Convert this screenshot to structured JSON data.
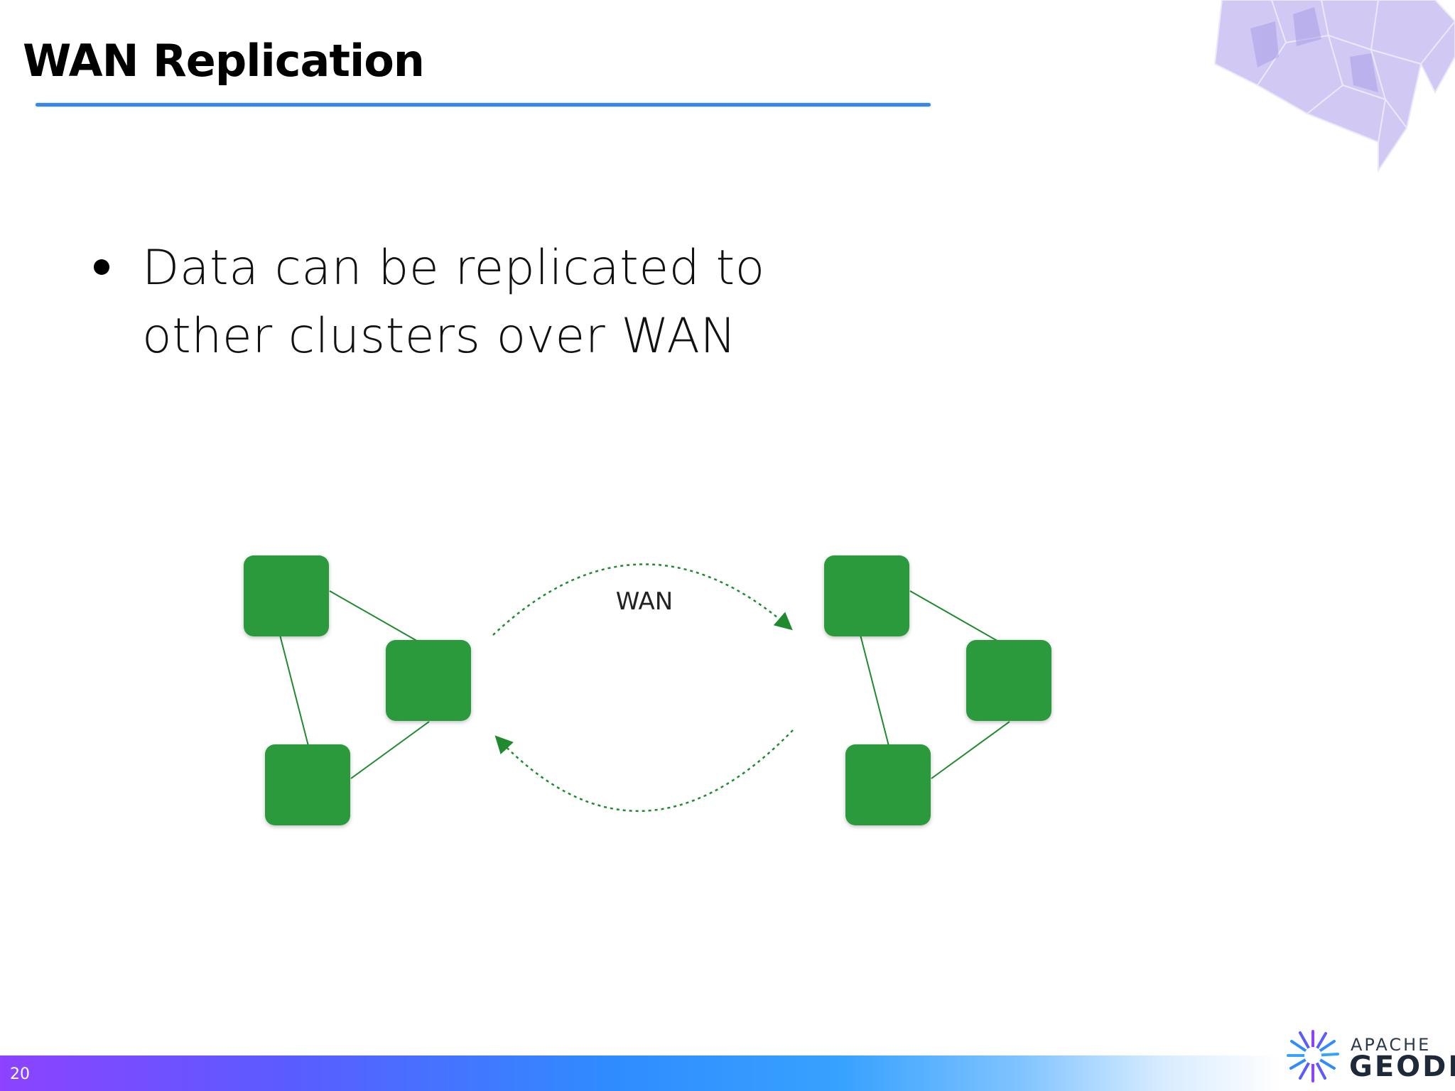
{
  "slide": {
    "title": "WAN Replication",
    "bullets": [
      [
        "Data can be replicated to",
        "other clusters over WAN"
      ]
    ],
    "page_number": "20"
  },
  "diagram": {
    "link_label": "WAN",
    "colors": {
      "node": "#2a9a3e",
      "edge": "#1f8a2e",
      "accent": "#3a86e6"
    }
  },
  "logo": {
    "line1": "APACHE",
    "line2": "GEODE"
  }
}
